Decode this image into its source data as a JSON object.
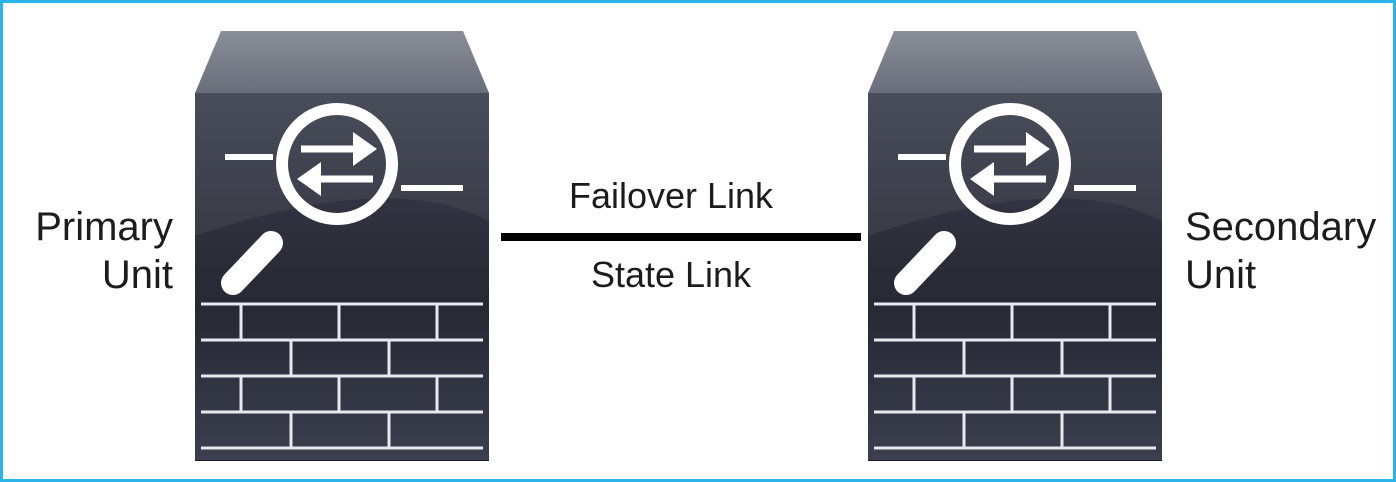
{
  "diagram": {
    "primary_unit": {
      "line1": "Primary",
      "line2": "Unit",
      "icon": "firewall-device-icon"
    },
    "secondary_unit": {
      "line1": "Secondary",
      "line2": "Unit",
      "icon": "firewall-device-icon"
    },
    "link": {
      "top_label": "Failover Link",
      "bottom_label": "State Link"
    }
  },
  "colors": {
    "frame_border": "#2cb3ea",
    "device_body": "#2b2f3b",
    "device_top": "#6a6e7a",
    "symbol_white": "#ffffff",
    "link_line": "#000000"
  }
}
